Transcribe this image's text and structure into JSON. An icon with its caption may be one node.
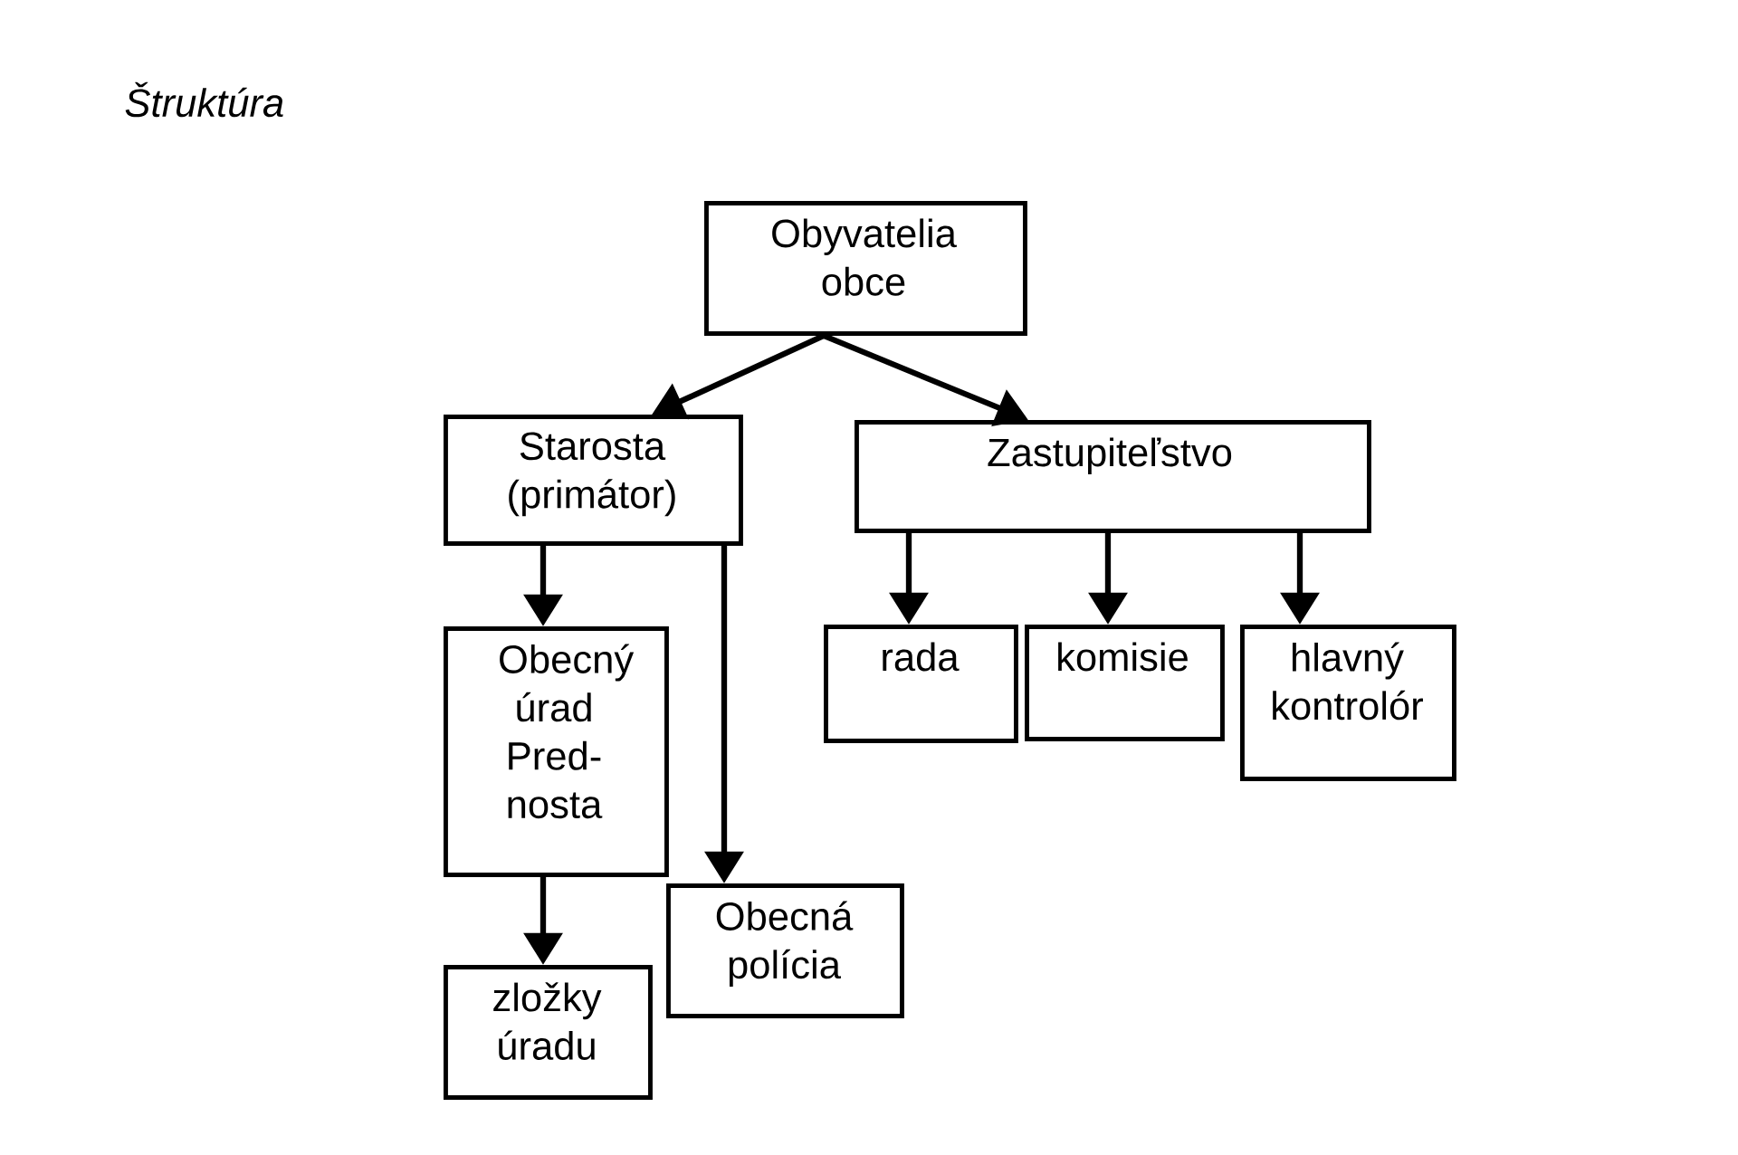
{
  "diagram": {
    "title": "Štruktúra",
    "nodes": [
      {
        "text": [
          "Obyvatelia obce"
        ]
      },
      {
        "text": [
          "Starosta (primátor)"
        ]
      },
      {
        "text": [
          "Zastupiteľstvo"
        ]
      },
      {
        "text": [
          "Obecný úrad Pred- nosta"
        ]
      },
      {
        "text": [
          "Obecná polícia"
        ]
      },
      {
        "text": [
          "zložky úradu"
        ]
      },
      {
        "text": [
          "rada"
        ]
      },
      {
        "text": [
          "komisie"
        ]
      },
      {
        "text": [
          "hlavný kontrolór"
        ]
      }
    ],
    "edges": [
      {
        "from": 0,
        "to": 1,
        "arrow": "to"
      },
      {
        "from": 0,
        "to": 2,
        "arrow": "to"
      },
      {
        "from": 1,
        "to": 3,
        "arrow": "to"
      },
      {
        "from": 1,
        "to": 4,
        "arrow": "to"
      },
      {
        "from": 3,
        "to": 5,
        "arrow": "to"
      },
      {
        "from": 2,
        "to": 6,
        "arrow": "to"
      },
      {
        "from": 2,
        "to": 7,
        "arrow": "to"
      },
      {
        "from": 2,
        "to": 8,
        "arrow": "to"
      }
    ]
  }
}
